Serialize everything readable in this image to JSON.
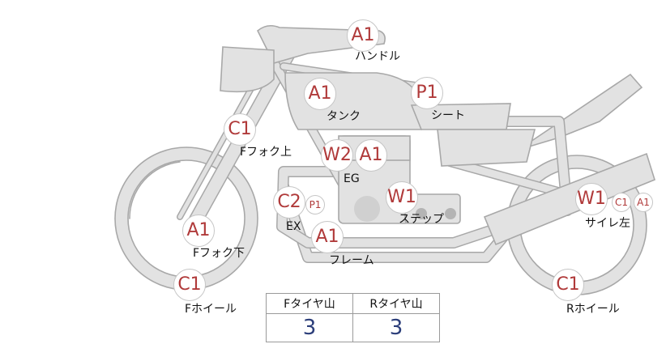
{
  "badges": {
    "handle": "A1",
    "tank": "A1",
    "seat": "P1",
    "fork_upper": "C1",
    "engine_w": "W2",
    "engine_a": "A1",
    "exhaust_c": "C2",
    "exhaust_p": "P1",
    "step": "W1",
    "frame": "A1",
    "fork_lower": "A1",
    "front_wheel": "C1",
    "muffler_w": "W1",
    "muffler_c": "C1",
    "muffler_a": "A1",
    "rear_wheel": "C1"
  },
  "labels": {
    "handle": "ハンドル",
    "tank": "タンク",
    "seat": "シート",
    "fork_upper": "Fフォク上",
    "engine": "EG",
    "exhaust": "EX",
    "step": "ステップ",
    "frame": "フレーム",
    "fork_lower": "Fフォク下",
    "front_wheel": "Fホイール",
    "muffler": "サイレ左",
    "rear_wheel": "Rホイール"
  },
  "tire_table": {
    "headers": [
      "Fタイヤ山",
      "Rタイヤ山"
    ],
    "values": [
      "3",
      "3"
    ]
  },
  "colors": {
    "part_fill": "#e2e2e2",
    "part_stroke": "#a8a8a8",
    "badge_text": "#b03a3a",
    "table_value": "#2c3e7a"
  }
}
